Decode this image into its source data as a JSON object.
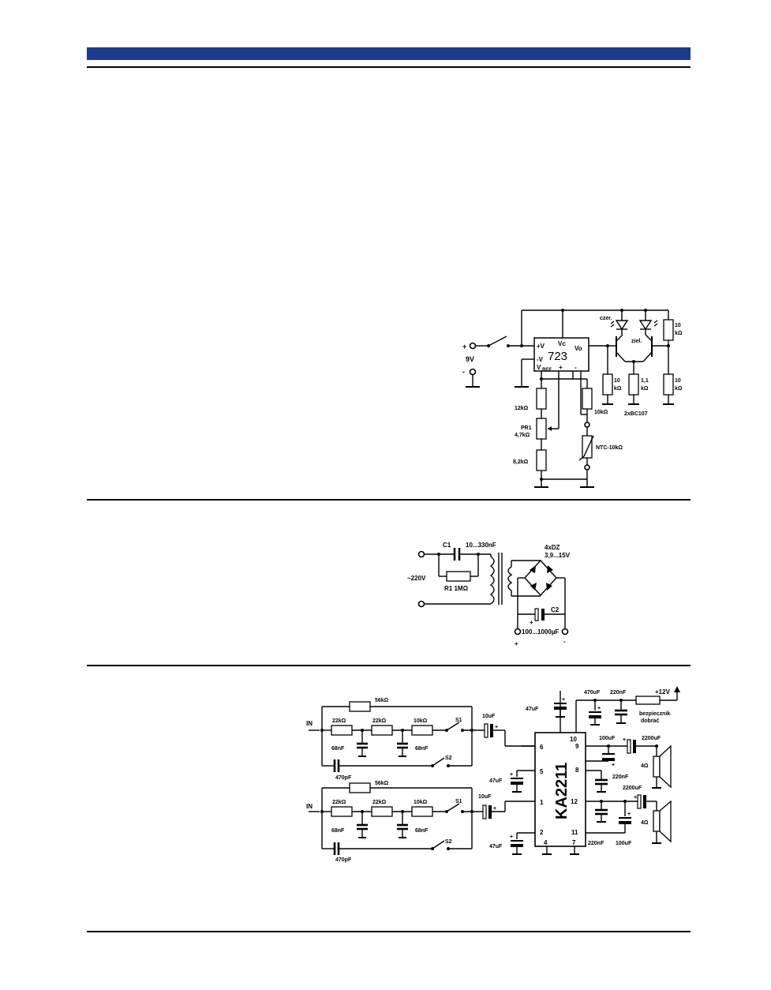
{
  "accent_color": "#1e3a8f",
  "fig1": {
    "plus": "+",
    "minus": "-",
    "supply": "9V",
    "pin_plus_v": "+V",
    "pin_minus_v": "-V",
    "pin_vc": "Vc",
    "pin_vo": "Vo",
    "pin_vref": "V",
    "pin_vref_sub": "REF",
    "pin_inp": "+",
    "pin_inm": "-",
    "chip": "723",
    "chip_color": "#e0177a",
    "led_red": "czer.",
    "led_green": "ziel.",
    "r_top_right_a": "10",
    "r_top_right_b": "kΩ",
    "r_left_tr_a": "10",
    "r_left_tr_b": "kΩ",
    "r_mid_a": "1,1",
    "r_mid_b": "kΩ",
    "r_right_a": "10",
    "r_right_b": "kΩ",
    "transistors": "2xBC107",
    "r12k": "12kΩ",
    "pr1_a": "PR1",
    "pr1_b": "4,7kΩ",
    "r8k2": "8,2kΩ",
    "r10k": "10kΩ",
    "ntc": "NTC-10kΩ"
  },
  "fig2": {
    "c1": "C1",
    "c1_val": "10...330nF",
    "mains": "~220V",
    "r1": "R1 1MΩ",
    "dz_a": "4xDZ",
    "dz_b": "3,9...15V",
    "c2": "C2",
    "c2_plus": "+",
    "c2_val": "100...1000µF",
    "out_plus": "+",
    "out_minus": "-"
  },
  "fig3": {
    "chip": "KA2211",
    "in_a": "IN",
    "in_b": "IN",
    "r56_a": "56kΩ",
    "r56_b": "56kΩ",
    "r22_1a": "22kΩ",
    "r22_2a": "22kΩ",
    "r10_a": "10kΩ",
    "r22_1b": "22kΩ",
    "r22_2b": "22kΩ",
    "r10_b": "10kΩ",
    "c68_1a": "68nF",
    "c68_2a": "68nF",
    "c68_1b": "68nF",
    "c68_2b": "68nF",
    "c470p_a": "470pF",
    "c470p_b": "470pF",
    "s1_a": "S1",
    "s2_a": "S2",
    "s1_b": "S1",
    "s2_b": "S2",
    "c10u_a": "10uF",
    "c10u_b": "10uF",
    "c47u_top": "47uF",
    "c47u_5": "47uF",
    "c47u_2": "47uF",
    "c470u": "470uF",
    "c220n_top": "220nF",
    "supply": "+12V",
    "fuse_a": "bezpiecznik",
    "fuse_b": "dobrać",
    "c100u_a": "100uF",
    "c2200u_a": "2200uF",
    "c220n_a": "220nF",
    "c2200u_b": "2200uF",
    "c220n_b": "220nF",
    "c100u_b": "100uF",
    "spk_a": "4Ω",
    "spk_b": "4Ω",
    "pin6": "6",
    "pin5": "5",
    "pin1": "1",
    "pin2": "2",
    "pin4": "4",
    "pin10": "10",
    "pin9": "9",
    "pin8": "8",
    "pin12": "12",
    "pin11": "11",
    "pin7": "7",
    "plus": "+"
  }
}
